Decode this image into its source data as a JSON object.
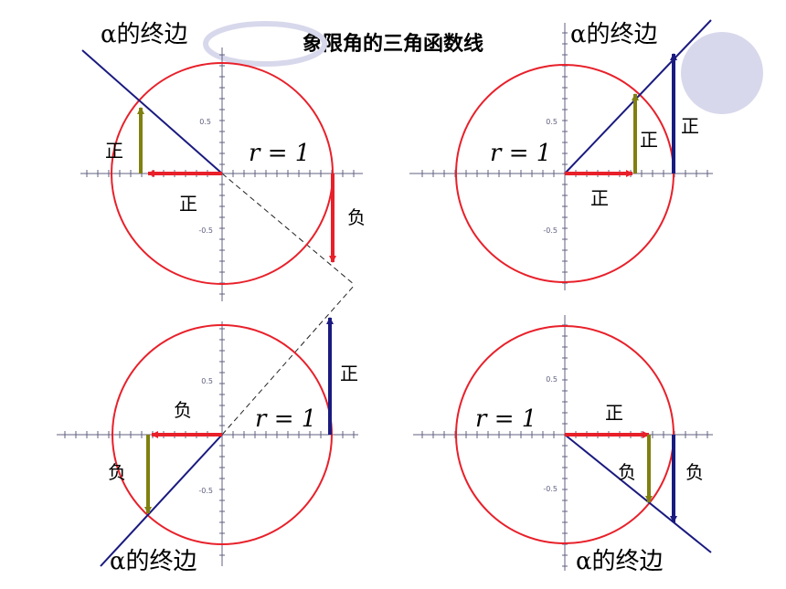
{
  "slide_title": "象限角的三角函数线",
  "panels": [
    {
      "id": "q2",
      "terminal_label": "α的终边",
      "radius_label": "r = 1",
      "sine_label": "正",
      "cosine_label": "正",
      "tangent_label": "负",
      "tick_labels": [
        "0.5",
        "-0.5"
      ]
    },
    {
      "id": "q1",
      "terminal_label": "α的终边",
      "radius_label": "r = 1",
      "sine_label": "正",
      "cosine_label": "正",
      "tangent_label": "正",
      "tick_labels": [
        "0.5",
        "-0.5"
      ]
    },
    {
      "id": "q3",
      "terminal_label": "α的终边",
      "radius_label": "r = 1",
      "sine_label": "负",
      "cosine_label": "负",
      "tangent_label": "正",
      "tick_labels": [
        "0.5",
        "-0.5"
      ]
    },
    {
      "id": "q4",
      "terminal_label": "α的终边",
      "radius_label": "r = 1",
      "sine_label": "负",
      "cosine_label": "正",
      "tangent_label": "负",
      "tick_labels": [
        "0.5",
        "-0.5"
      ]
    }
  ],
  "colors": {
    "circle": "#e8202a",
    "terminal_side": "#1a1a80",
    "sine_line": "#808010",
    "cosine_line": "#e8202a",
    "tangent_line": "#1a1a80",
    "axis": "#606080",
    "decor_ring": "#d8d8ec"
  }
}
